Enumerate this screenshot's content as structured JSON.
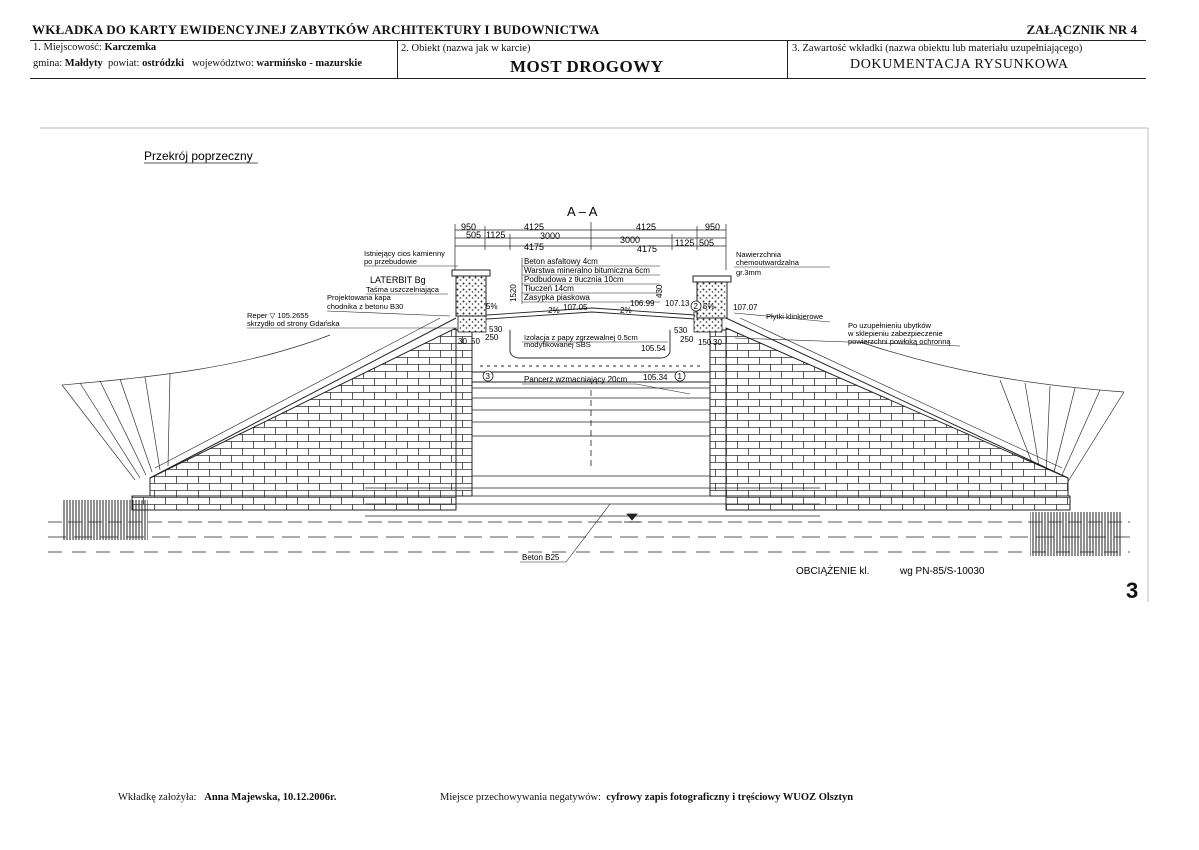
{
  "header": {
    "title": "WKŁADKA DO KARTY EWIDENCYJNEJ ZABYTKÓW ARCHITEKTURY I BUDOWNICTWA",
    "annex": "ZAŁĄCZNIK NR 4",
    "col1": {
      "label1": "1. Miejscowość:",
      "locality": "Karczemka",
      "gmina_label": "gmina:",
      "gmina": "Małdyty",
      "powiat_label": "powiat:",
      "powiat": "ostródzki",
      "woj_label": "województwo:",
      "woj": "warmińsko - mazurskie"
    },
    "col2": {
      "label": "2. Obiekt (nazwa jak w karcie)",
      "value": "MOST DROGOWY"
    },
    "col3": {
      "label": "3. Zawartość wkładki (nazwa obiektu lub materiału uzupełniającego)",
      "value": "DOKUMENTACJA RYSUNKOWA"
    }
  },
  "drawing": {
    "title": "Przekrój poprzeczny",
    "section": "A – A",
    "dims": {
      "d950": "950",
      "d505": "505",
      "d1125": "1125",
      "d3000": "3000",
      "d4125": "4125",
      "d4175": "4175",
      "d1520": "1520",
      "d430": "430",
      "d530": "530",
      "d250": "250",
      "d30": "30",
      "d50": "50",
      "d150": "150"
    },
    "levels": {
      "l1": "107.05",
      "l2": "106.99",
      "l3": "107.13",
      "l4": "107.07",
      "l5": "105.54",
      "l6": "105.34"
    },
    "slopes": {
      "s1": "2%",
      "s2": "2%",
      "s3": "5%",
      "s4": "5%"
    },
    "layers": [
      "Beton asfaltowy 4cm",
      "Warstwa mineralno bitumiczna 6cm",
      "Podbudowa z tłucznia 10cm",
      "Tłuczeń 14cm",
      "Zasypka piaskowa"
    ],
    "labels": {
      "kamienny1": "Istniejący cios kamienny",
      "kamienny2": "po przebudowie",
      "laterbit": "LATERBIT Bg",
      "tasma": "Taśma uszczelniająca",
      "kapa1": "Projektowana kapa",
      "kapa2": "chodnika z betonu B30",
      "reper1": "Reper ▽ 105.2655",
      "reper2": "skrzydło od strony Gdańska",
      "naw1": "Nawierzchnia",
      "naw2": "chemoutwardzalna",
      "naw3": "gr.3mm",
      "plytki": "Płytki klinkierowe",
      "uzup1": "Po uzupełnieniu ubytków",
      "uzup2": "w sklepieniu zabezpieczenie",
      "uzup3": "powierzchni powłoką ochronną",
      "izol1": "Izolacja z papy zgrzewalnej 0.5cm",
      "izol2": "modyfikowanej SBS",
      "pancerz": "Pancerz wzmacniający 20cm",
      "beton": "Beton B25",
      "c1": "1",
      "c2": "2",
      "c3": "3",
      "obc": "OBCIĄŻENIE kl.",
      "norma": "wg PN-85/S-10030"
    }
  },
  "page_number": "3",
  "footer": {
    "author_label": "Wkładkę założyła:",
    "author": "Anna Majewska, 10.12.2006r.",
    "storage_label": "Miejsce przechowywania negatywów:",
    "storage": "cyfrowy zapis fotograficzny i tręściowy WUOZ Olsztyn"
  }
}
